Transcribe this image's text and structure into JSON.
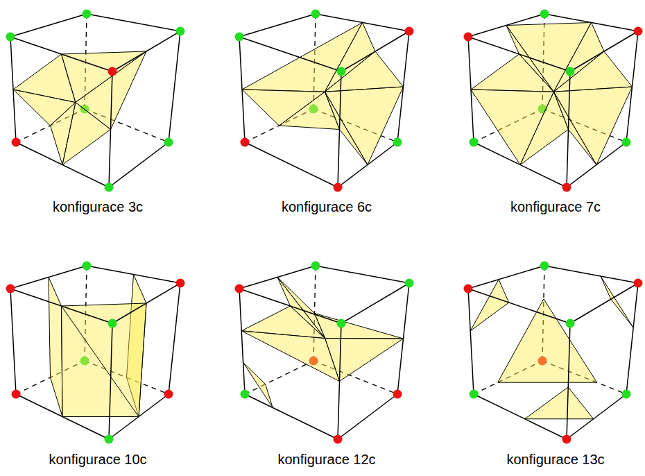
{
  "diagram": {
    "labels": [
      "konfigurace 3c",
      "konfigurace 6c",
      "konfigurace 7c",
      "konfigurace 10c",
      "konfigurace 12c",
      "konfigurace 13c"
    ]
  }
}
